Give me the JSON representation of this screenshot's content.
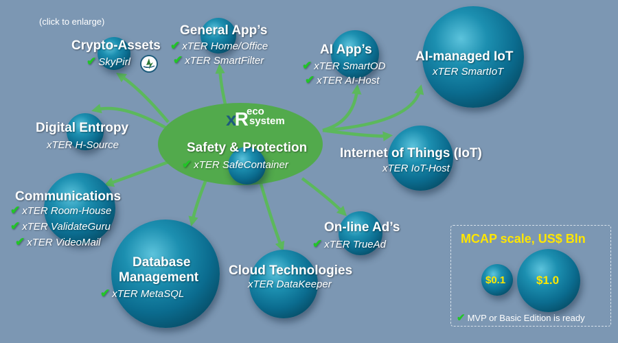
{
  "hint": "(click to enlarge)",
  "logo": {
    "x": "x",
    "r": "R",
    "eco": "eco",
    "system": "system"
  },
  "center": {
    "title": "Safety & Protection",
    "product": "xTER SafeContainer"
  },
  "crypto": {
    "title": "Crypto-Assets",
    "product": "SkyPirl"
  },
  "general": {
    "title": "General App’s",
    "products": [
      "xTER Home/Office",
      "xTER SmartFilter"
    ]
  },
  "ai_apps": {
    "title": "AI App’s",
    "products": [
      "xTER SmartOD",
      "xTER AI-Host"
    ]
  },
  "ai_iot": {
    "title": "AI-managed IoT",
    "product": "xTER SmartIoT"
  },
  "entropy": {
    "title": "Digital Entropy",
    "product": "xTER H-Source"
  },
  "iot": {
    "title": "Internet of Things (IoT)",
    "product": "xTER IoT-Host"
  },
  "comms": {
    "title": "Communications",
    "products": [
      "xTER Room-House",
      "xTER ValidateGuru",
      "xTER VideoMail"
    ]
  },
  "ads": {
    "title": "On-line Ad’s",
    "product": "xTER TrueAd"
  },
  "database": {
    "title_line1": "Database",
    "title_line2": "Management",
    "product": "xTER MetaSQL"
  },
  "cloud": {
    "title": "Cloud Technologies",
    "product": "xTER DataKeeper"
  },
  "scale": {
    "title": "MCAP scale, US$ Bln",
    "small": "$0.1",
    "large": "$1.0",
    "legend": "MVP or Basic Edition is ready"
  },
  "colors": {
    "background": "#7c97b3",
    "ellipse": "#52aa4c",
    "arrow": "#5cb85c",
    "check": "#22c528",
    "scale_text": "#ffe600"
  }
}
